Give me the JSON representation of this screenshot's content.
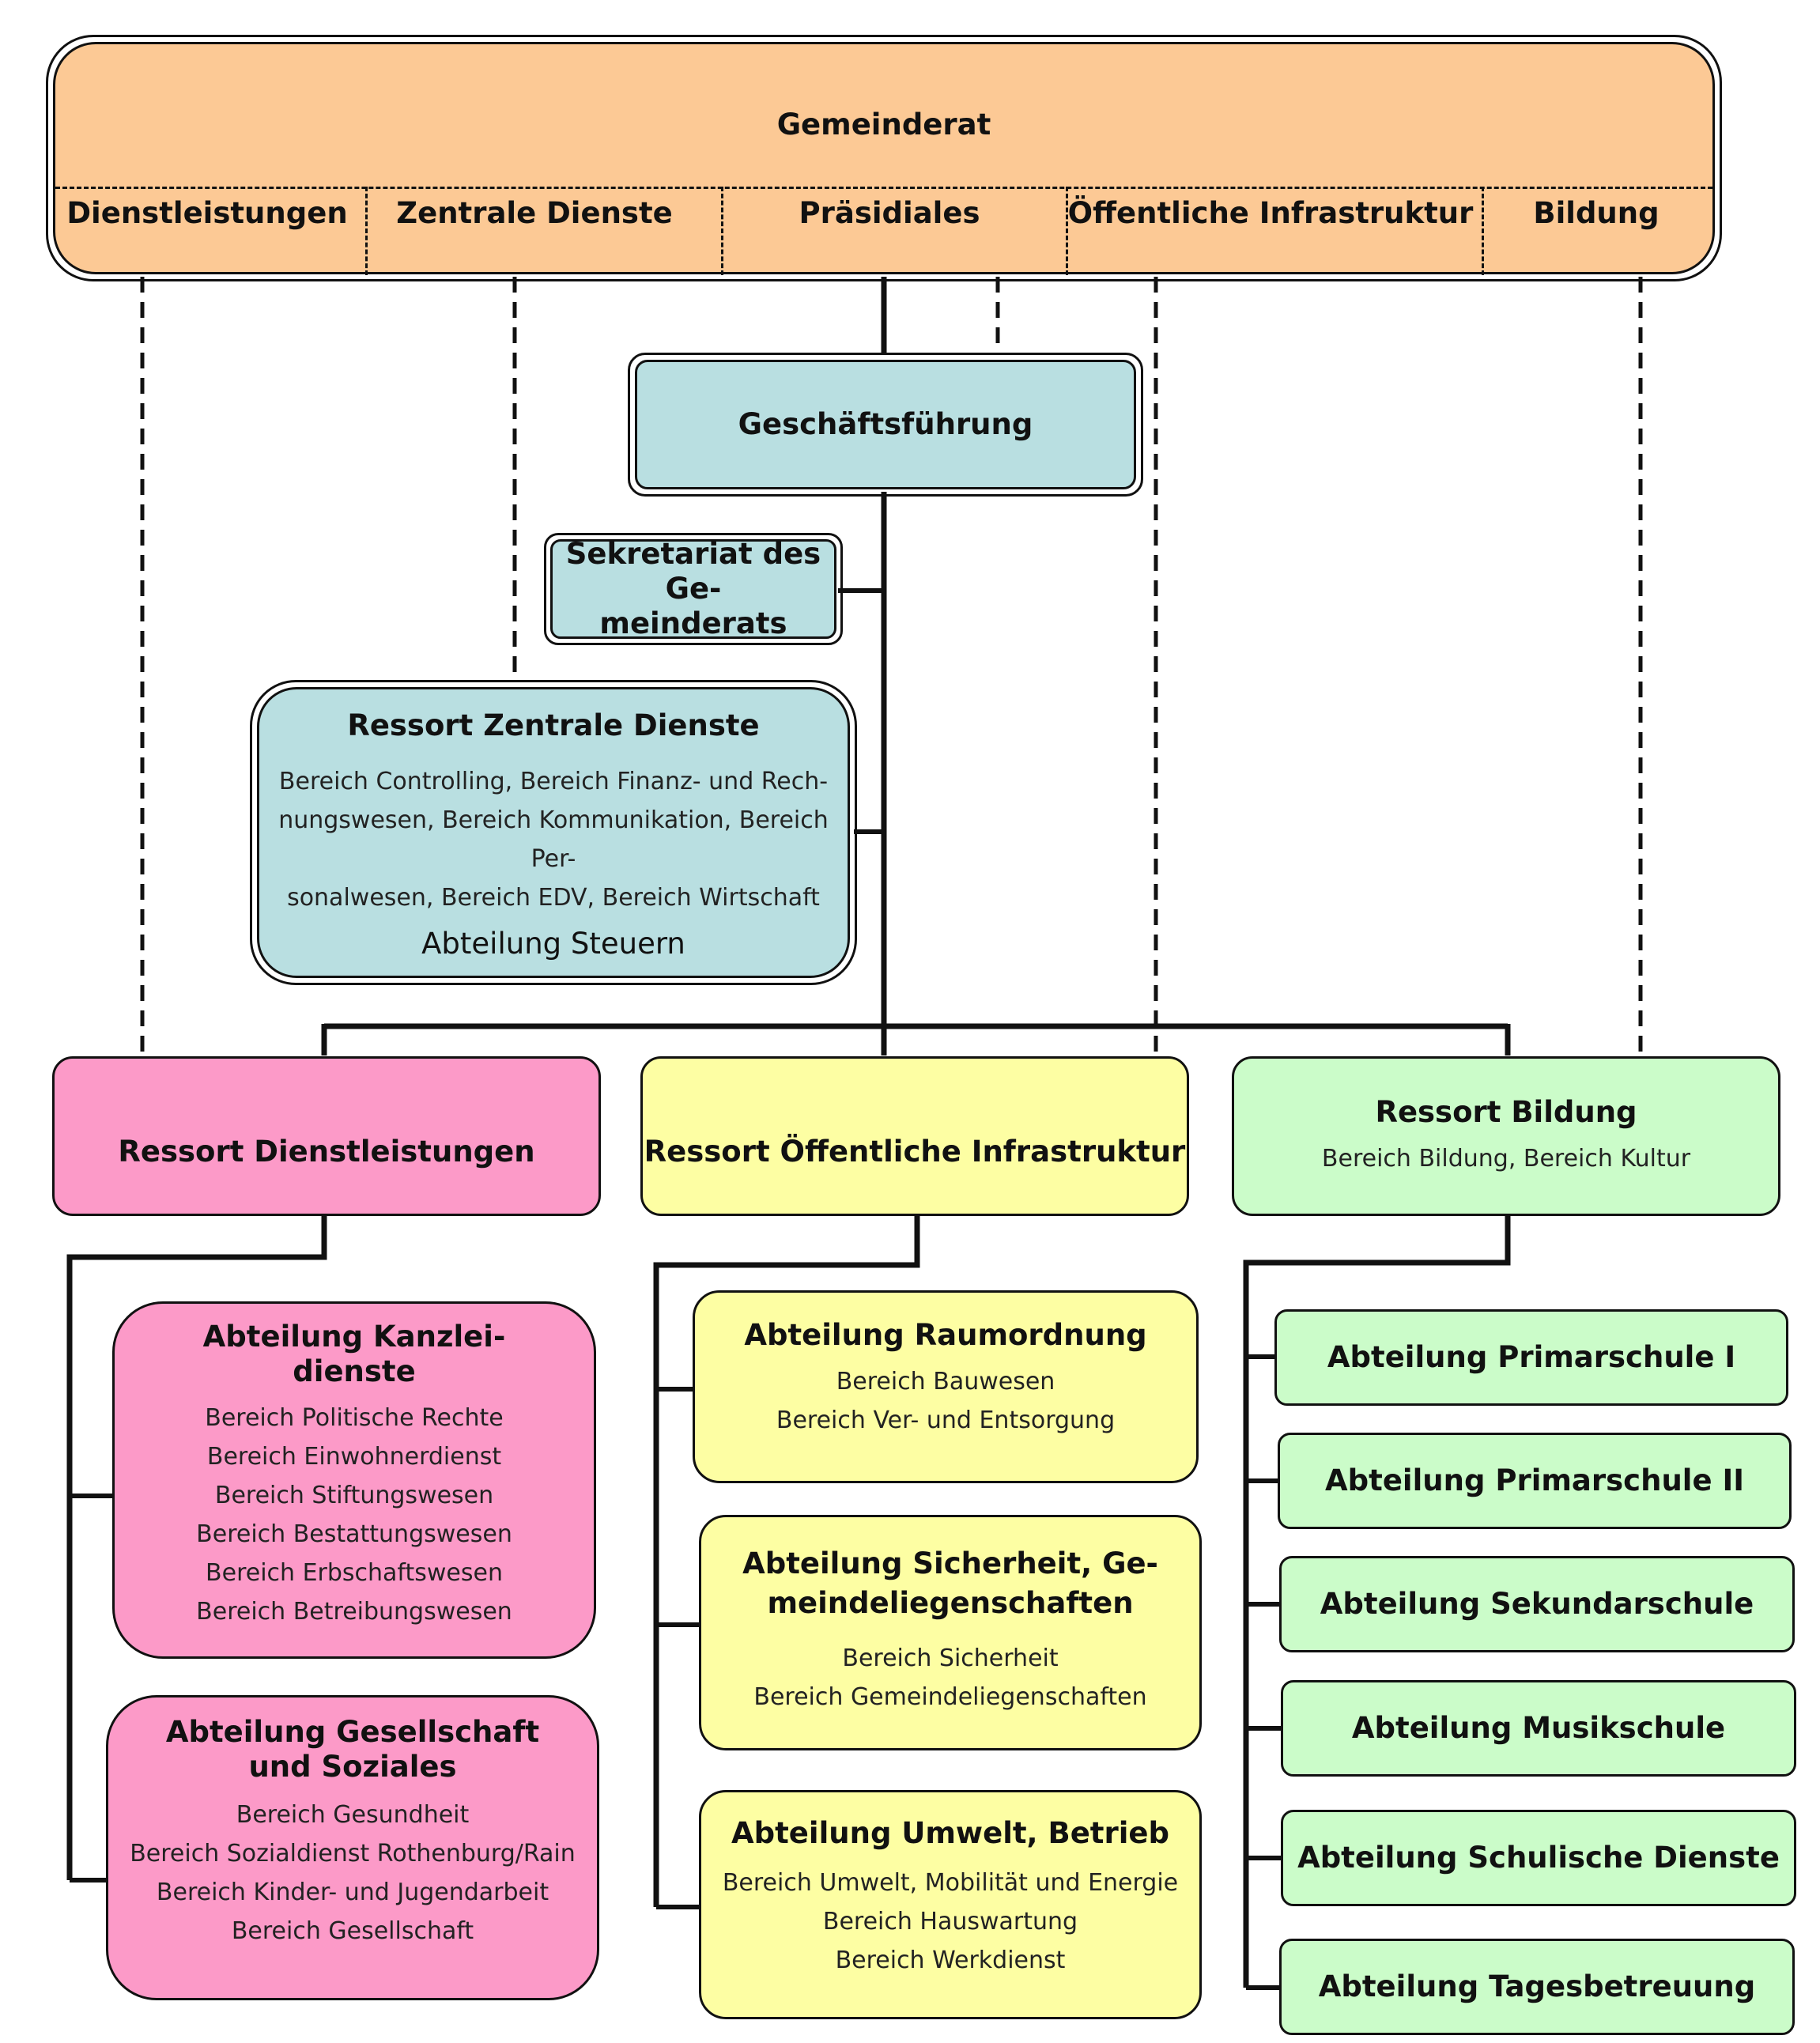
{
  "gemeinderat": {
    "title": "Gemeinderat",
    "divisions": [
      "Dienstleistungen",
      "Zentrale Dienste",
      "Präsidiales",
      "Öffentliche Infrastruktur",
      "Bildung"
    ]
  },
  "geschaeftsfuehrung": {
    "title": "Geschäftsführung"
  },
  "sekretariat": {
    "line1": "Sekretariat des Ge-",
    "line2": "meinderats"
  },
  "ressort_zentrale_dienste": {
    "title": "Ressort Zentrale Dienste",
    "lines": [
      "Bereich Controlling, Bereich Finanz- und Rech-",
      "nungswesen, Bereich Kommunikation, Bereich Per-",
      "sonalwesen, Bereich EDV, Bereich Wirtschaft"
    ],
    "abteilung": "Abteilung Steuern"
  },
  "ressort_dienstleistungen": {
    "title": "Ressort Dienstleistungen",
    "abteilungen": [
      {
        "title_lines": [
          "Abteilung Kanzlei-",
          "dienste"
        ],
        "bereiche": [
          "Bereich Politische Rechte",
          "Bereich Einwohnerdienst",
          "Bereich Stiftungswesen",
          "Bereich Bestattungswesen",
          "Bereich Erbschaftswesen",
          "Bereich Betreibungswesen"
        ]
      },
      {
        "title_lines": [
          "Abteilung Gesellschaft",
          "und Soziales"
        ],
        "bereiche": [
          "Bereich Gesundheit",
          "Bereich Sozialdienst Rothenburg/Rain",
          "Bereich Kinder- und Jugendarbeit",
          "Bereich Gesellschaft"
        ]
      }
    ]
  },
  "ressort_infrastruktur": {
    "title": "Ressort Öffentliche Infrastruktur",
    "abteilungen": [
      {
        "title_lines": [
          "Abteilung Raumordnung"
        ],
        "bereiche": [
          "Bereich Bauwesen",
          "Bereich Ver- und Entsorgung"
        ]
      },
      {
        "title_lines": [
          "Abteilung Sicherheit, Ge-",
          "meindeliegenschaften"
        ],
        "bereiche": [
          "Bereich Sicherheit",
          "Bereich Gemeindeliegenschaften"
        ]
      },
      {
        "title_lines": [
          "Abteilung Umwelt, Betrieb"
        ],
        "bereiche": [
          "Bereich Umwelt, Mobilität und Energie",
          "Bereich Hauswartung",
          "Bereich Werkdienst"
        ]
      }
    ]
  },
  "ressort_bildung": {
    "title": "Ressort Bildung",
    "subtitle": "Bereich Bildung, Bereich Kultur",
    "abteilungen": [
      "Abteilung Primarschule I",
      "Abteilung Primarschule II",
      "Abteilung Sekundarschule",
      "Abteilung Musikschule",
      "Abteilung Schulische Dienste",
      "Abteilung Tagesbetreuung"
    ]
  },
  "colors": {
    "gemeinderat": "#fcc995",
    "fuehrung": "#b9dfe1",
    "dienstleistungen": "#fc9ac8",
    "infrastruktur": "#fdfea3",
    "bildung": "#cbfcc9"
  }
}
